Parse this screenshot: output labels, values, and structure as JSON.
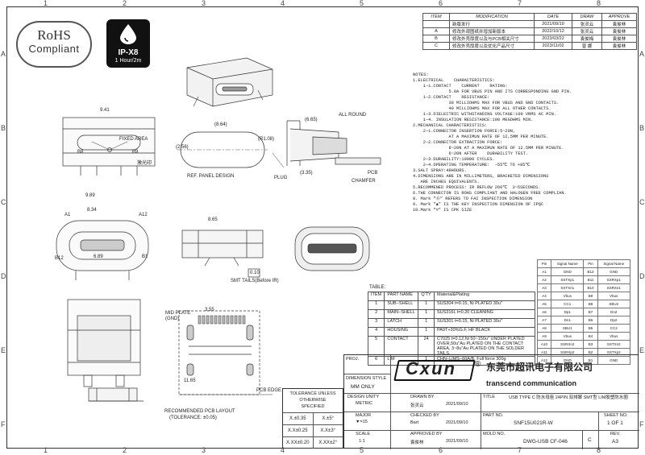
{
  "frame": {
    "col_ticks": [
      "1",
      "2",
      "3",
      "4",
      "5",
      "6",
      "7",
      "8"
    ],
    "row_ticks": [
      "A",
      "B",
      "C",
      "D",
      "E",
      "F"
    ]
  },
  "rohs": {
    "line1": "RoHS",
    "line2": "Compliant"
  },
  "ipx8": {
    "code": "IP-X8",
    "depth": "1 Hour/2m"
  },
  "revision": {
    "headers": {
      "item": "ITEM",
      "modification": "MODIFICATION",
      "date": "DATE",
      "draw": "DRAW",
      "approve": "APPROVE"
    },
    "rows": [
      {
        "item": "",
        "modification": "新版发行",
        "date": "2021/09/10",
        "draw": "张灵云",
        "approve": "袁俊林"
      },
      {
        "item": "A",
        "modification": "修改外观图纸并增加新版本",
        "date": "2022/10/12",
        "draw": "张灵云",
        "approve": "袁俊林"
      },
      {
        "item": "B",
        "modification": "修改外壳厚度以及与PCB相关尺寸",
        "date": "2023/03/22",
        "draw": "袁俊梅",
        "approve": "袁俊林"
      },
      {
        "item": "C",
        "modification": "修改外壳厚度以及优化产品尺寸",
        "date": "2023/11/02",
        "draw": "曾 娜",
        "approve": "袁俊林"
      }
    ]
  },
  "views": {
    "ref_panel": "REF. PANEL DESIGN",
    "plug": "PLUG",
    "pcb": "PCB",
    "chamfer": "CHAMFER",
    "all_round": "ALL ROUND",
    "mid_plate": "MID PLATE\n(GND)",
    "pcb_edge": "PCB EDGE",
    "smt_tails": "SMT TAILS(Before IR)",
    "pcb_layout": "RECOMMENDED PCB LAYOUT",
    "pcb_tol": "(TOLERANCE: ±0.05)",
    "dims": {
      "d_941": "9.41",
      "d_864": "(8.64)",
      "d_256": "(2.56)",
      "d_r108": "(R1.08)",
      "d_665": "(6.65)",
      "d_335": "(3.35)",
      "d_865": "8.65",
      "d_834": "8.34",
      "d_689": "6.89",
      "d_01": "0.10",
      "d_355": "3.55",
      "d_1165": "11.65",
      "d_989": "9.89",
      "d_fixed": "FIXED AREA",
      "d_sink": "激光印",
      "d_a1": "A1",
      "d_b1": "B1",
      "d_a12": "A12",
      "d_b12": "B12",
      "d_b8": "B8",
      "d_b9": "B9"
    }
  },
  "notes": {
    "title": "NOTES:",
    "lines": [
      "1.ELECTRICAL    CHARACTERISTICS:",
      "    1−1.CONTACT    CURRENT    RATING:",
      "              5.0A FOR VBUS PIN AND ITS CORRESPONDING GND PIN.",
      "    1−2.CONTACT    RESISTANCE:",
      "              30 MILLIOHMS MAX FOR VBUS AND GND CONTACTS.",
      "              40 MILLIOHMS MAX FOR ALL OTHER CONTACTS.",
      "    1−3.DIELECTRIC WITHSTANDING VOLTAGE:100 VRMS AC MIN.",
      "    1−4. INSULATION RESISTANCE:100 MEGOHMS MIN.",
      "2.MECHANICAL CHARACTERISTICS:",
      "    2−1.CONNECTOR INSERTION FORCE:5~20N,",
      "              AT A MAXIMUN RATE OF 12,5MM PER MINUTE.",
      "    2−2.CONNECTOR EXTRACTION FORCE:",
      "              8~20N AT A MAXIMUN RATE OF 12.5MM PER MINUTE.",
      "              6~20N AFTER    DURABILITY TEST.",
      "    2−3.DURABILITY:10000 CYCLES.",
      "    2−4.OPERATING TEMPERATURE:  −55℃ TO +85℃",
      "3.SALT SPRAY:48HOURS.",
      "4.DIMENSIONS ARE IN MILLIMETERS, BRACKETED DIMENSIONS",
      "   ARE INCHES EQUIVALENTS.",
      "5.RECOMMENED PROCESS: IR REFLOW 260℃  3~5SECONDS.",
      "6.THE CONNECTOR IS ROHS COMPLIANT AND HALOGEN FREE COMPLIAN.",
      "8. Mark \"⓪\" REFERS TO FAI INSPECTION DIMENSION",
      "9. Mark \"▲\" IS THE KEY INSPECTION DIMENSION OF IPQC",
      "10.Mark \"▽\" IS CPK SIZE"
    ]
  },
  "pin_table": {
    "headers": [
      "Pin",
      "Signal Name",
      "Pin",
      "Signal Name"
    ],
    "rows": [
      [
        "A1",
        "GND",
        "B12",
        "GND"
      ],
      [
        "A2",
        "SSTXp1",
        "B11",
        "SSRXp1"
      ],
      [
        "A3",
        "SSTXn1",
        "B10",
        "SSRXn1"
      ],
      [
        "A4",
        "Vbus",
        "B9",
        "Vbus"
      ],
      [
        "A5",
        "CC1",
        "B8",
        "SBU2"
      ],
      [
        "A6",
        "Dp1",
        "B7",
        "Dn2"
      ],
      [
        "A7",
        "Dn1",
        "B6",
        "Dp2"
      ],
      [
        "A8",
        "SBU1",
        "B5",
        "CC2"
      ],
      [
        "A9",
        "Vbus",
        "B4",
        "Vbus"
      ],
      [
        "A10",
        "SSRXn2",
        "B3",
        "SSTXn2"
      ],
      [
        "A11",
        "SSRXp2",
        "B2",
        "SSTXp2"
      ],
      [
        "A12",
        "GND",
        "B1",
        "GND"
      ]
    ]
  },
  "bom": {
    "caption": "TABLE:",
    "headers": [
      "ITEM",
      "PART NAME",
      "Q'TY",
      "Material&Plating"
    ],
    "rows": [
      [
        "1",
        "SUB−SHELL",
        "1",
        "SUS304  t=0.15, Ni PLATED 30u\""
      ],
      [
        "2",
        "MAIN−SHELL",
        "1",
        "SUS316L t=0.20 CLEANING"
      ],
      [
        "3",
        "LATCH",
        "1",
        "SUS301 t=0.15, Ni PLATED 30u\""
      ],
      [
        "4",
        "HOUSING",
        "1",
        "PA9T+30%G.F, HF BLACK"
      ],
      [
        "5",
        "CONTACT",
        "24",
        "C7025 t=0.12,Ni 50~150u\" UNDER PLATED OVER,50u\"Au PLATED ON THE CONTACT AREA, 3~8u\"Au PLATED ON THE SOLDER TAILS."
      ],
      [
        "6",
        "LIM",
        "1",
        "CHN−LIMS−60A/B, Full force 300g"
      ]
    ]
  },
  "title_block": {
    "proj_label": "PROJ.",
    "brand": "Cxun",
    "company_cn": "东莞市超讯电子有限公司",
    "company_en": "transcend communication",
    "dim_style_label": "DIMENSION STYLE",
    "dim_style": "MM ONLY",
    "design_unity_label": "DESIGN UNITY",
    "design_unity": "METRIC",
    "major_label": "MAJOR",
    "major": "▼=15",
    "scale_label": "SCALE",
    "scale": "1:1",
    "drawn_label": "DRAWN BY",
    "drawn": "张灵云",
    "drawn_date": "2021/09/10",
    "checked_label": "CHECKED BY",
    "checked": "Bart",
    "checked_date": "2021/09/10",
    "approved_label": "APPROVED BY",
    "approved": "袁俊林",
    "approved_date": "2021/09/10",
    "title_label": "TITLE",
    "title": "USB TYPE C 防水母座 24PIN 双排脚 SMT型 LIM胶塑防水圈",
    "part_no_label": "PART NO.",
    "part_no": "SNF15U021R-W",
    "sheet_label": "SHEET NO.",
    "sheet": "1 OF 1",
    "mold_label": "MOLD NO.",
    "mold": "DWG-USB CF-046",
    "rev_label": "REV.",
    "rev": "C",
    "size": "A3",
    "tol_title": "TOLERANCE UNLESS OTHERWISE SPECIFIED",
    "tol_rows": [
      [
        "X.±0.35",
        "X.±5°"
      ],
      [
        "X.X±0.25",
        "X.X±3°"
      ],
      [
        "X.XX±0.20",
        "X.XX±2°"
      ]
    ]
  }
}
